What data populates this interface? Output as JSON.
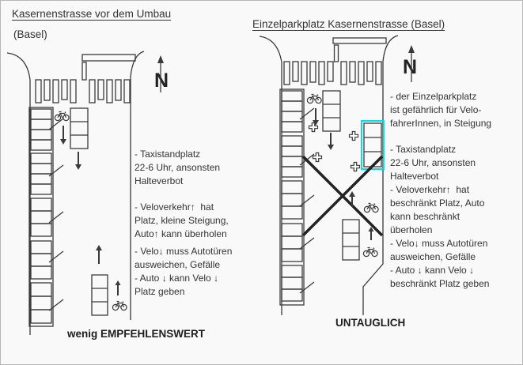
{
  "left": {
    "title": "Kasernenstrasse vor dem Umbau",
    "subtitle": "(Basel)",
    "caption": "wenig EMPFEHLENSWERT",
    "notes": {
      "taxi": [
        "- Taxistandplatz",
        "22-6 Uhr, ansonsten",
        "Halteverbot"
      ],
      "velo_up": [
        "- Veloverkehr↑  hat",
        "Platz, kleine Steigung,",
        "Auto↑ kann überholen"
      ],
      "velo_down": [
        "- Velo↓ muss Autotüren",
        "ausweichen, Gefälle",
        "- Auto ↓ kann Velo ↓",
        "Platz geben"
      ]
    }
  },
  "right": {
    "title": "Einzelparkplatz Kasernenstrasse (Basel)",
    "caption": "UNTAUGLICH",
    "notes": {
      "danger": [
        "- der Einzelparkplatz",
        "ist gefährlich für Velo-",
        "fahrerInnen, in Steigung"
      ],
      "taxi": [
        "- Taxistandplatz",
        "22-6 Uhr, ansonsten",
        "Halteverbot"
      ],
      "velo_up": [
        "- Veloverkehr↑  hat",
        "beschränkt Platz, Auto",
        "kann beschränkt",
        "überholen"
      ],
      "velo_down": [
        "- Velo↓ muss Autotüren",
        "ausweichen, Gefälle",
        "- Auto ↓ kann Velo ↓",
        "beschränkt Platz geben"
      ]
    }
  },
  "compass": {
    "letter": "N"
  },
  "colors": {
    "highlight": "#00e0e0"
  }
}
